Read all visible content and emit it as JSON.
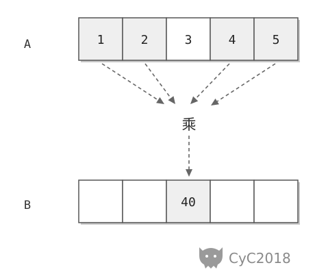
{
  "array_a": {
    "label": "A",
    "cells": [
      "1",
      "2",
      "3",
      "4",
      "5"
    ],
    "highlight": [
      true,
      true,
      false,
      true,
      true
    ]
  },
  "operation": {
    "label": "乘"
  },
  "array_b": {
    "label": "B",
    "cells": [
      "",
      "",
      "40",
      "",
      ""
    ],
    "highlight": [
      false,
      false,
      true,
      false,
      false
    ]
  },
  "watermark": {
    "text": "CyC2018",
    "icon": "cat-icon"
  },
  "colors": {
    "cell_fill_highlight": "#efefef",
    "cell_fill_plain": "#ffffff",
    "stroke": "#555555",
    "arrow": "#666666",
    "watermark": "#8a8a8a"
  }
}
